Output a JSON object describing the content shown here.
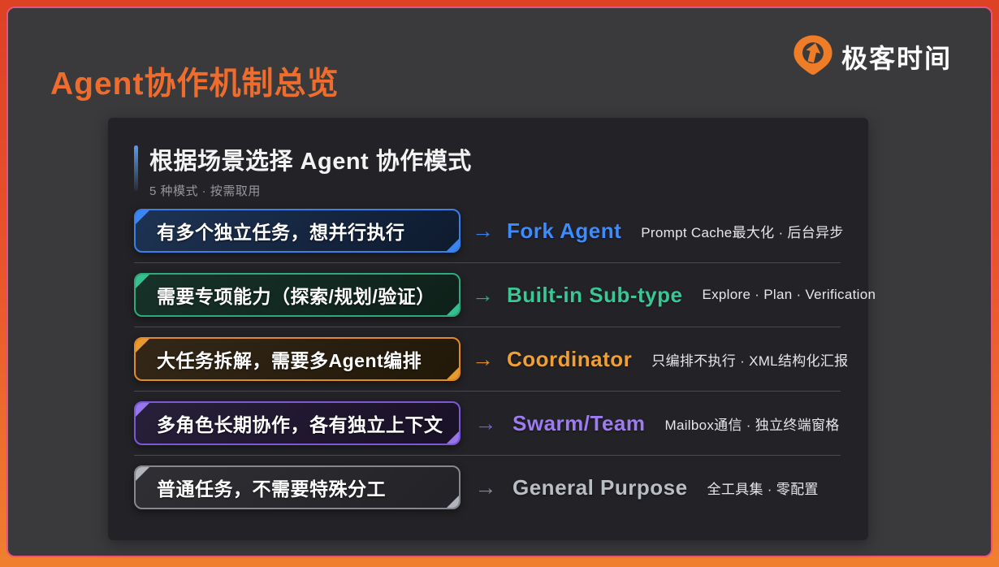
{
  "slide": {
    "title": "Agent协作机制总览",
    "brand": "极客时间"
  },
  "card": {
    "heading": "根据场景选择 Agent 协作模式",
    "subheading": "5 种模式 · 按需取用",
    "rows": [
      {
        "scenario": "有多个独立任务，想并行执行",
        "arrow": "→",
        "mode": "Fork Agent",
        "note": "Prompt Cache最大化 · 后台异步",
        "colors": {
          "border": "#3b7fe8",
          "text": "#3d8bfd",
          "bg1": "#1e3354",
          "bg2": "#0e1a2e"
        }
      },
      {
        "scenario": "需要专项能力（探索/规划/验证）",
        "arrow": "→",
        "mode": "Built-in Sub-type",
        "note": "Explore · Plan · Verification",
        "colors": {
          "border": "#2fa87c",
          "text": "#38c795",
          "bg1": "#173229",
          "bg2": "#0e2019"
        }
      },
      {
        "scenario": "大任务拆解，需要多Agent编排",
        "arrow": "→",
        "mode": "Coordinator",
        "note": "只编排不执行 · XML结构化汇报",
        "colors": {
          "border": "#e08a28",
          "text": "#f0a032",
          "bg1": "#342718",
          "bg2": "#211808"
        }
      },
      {
        "scenario": "多角色长期协作，各有独立上下文",
        "arrow": "→",
        "mode": "Swarm/Team",
        "note": "Mailbox通信 · 独立终端窗格",
        "colors": {
          "border": "#7c58d8",
          "text": "#9d7bf2",
          "bg1": "#281f3a",
          "bg2": "#191126"
        }
      },
      {
        "scenario": "普通任务，不需要特殊分工",
        "arrow": "→",
        "mode": "General Purpose",
        "note": "全工具集 · 零配置",
        "colors": {
          "border": "#85888f",
          "text": "#b9bdc4",
          "bg1": "#303034",
          "bg2": "#232327"
        }
      }
    ]
  },
  "theme": {
    "frame_top": "#dc4123",
    "frame_mid": "#e8542a",
    "frame_bottom": "#f0802f",
    "frame_line": "#e9527c",
    "slide_bg": "#3a3a3c",
    "card_bg": "#232327",
    "title_color": "#f06c2c",
    "divider": "#4a4a4e",
    "brand_icon": "#ef7d27"
  }
}
